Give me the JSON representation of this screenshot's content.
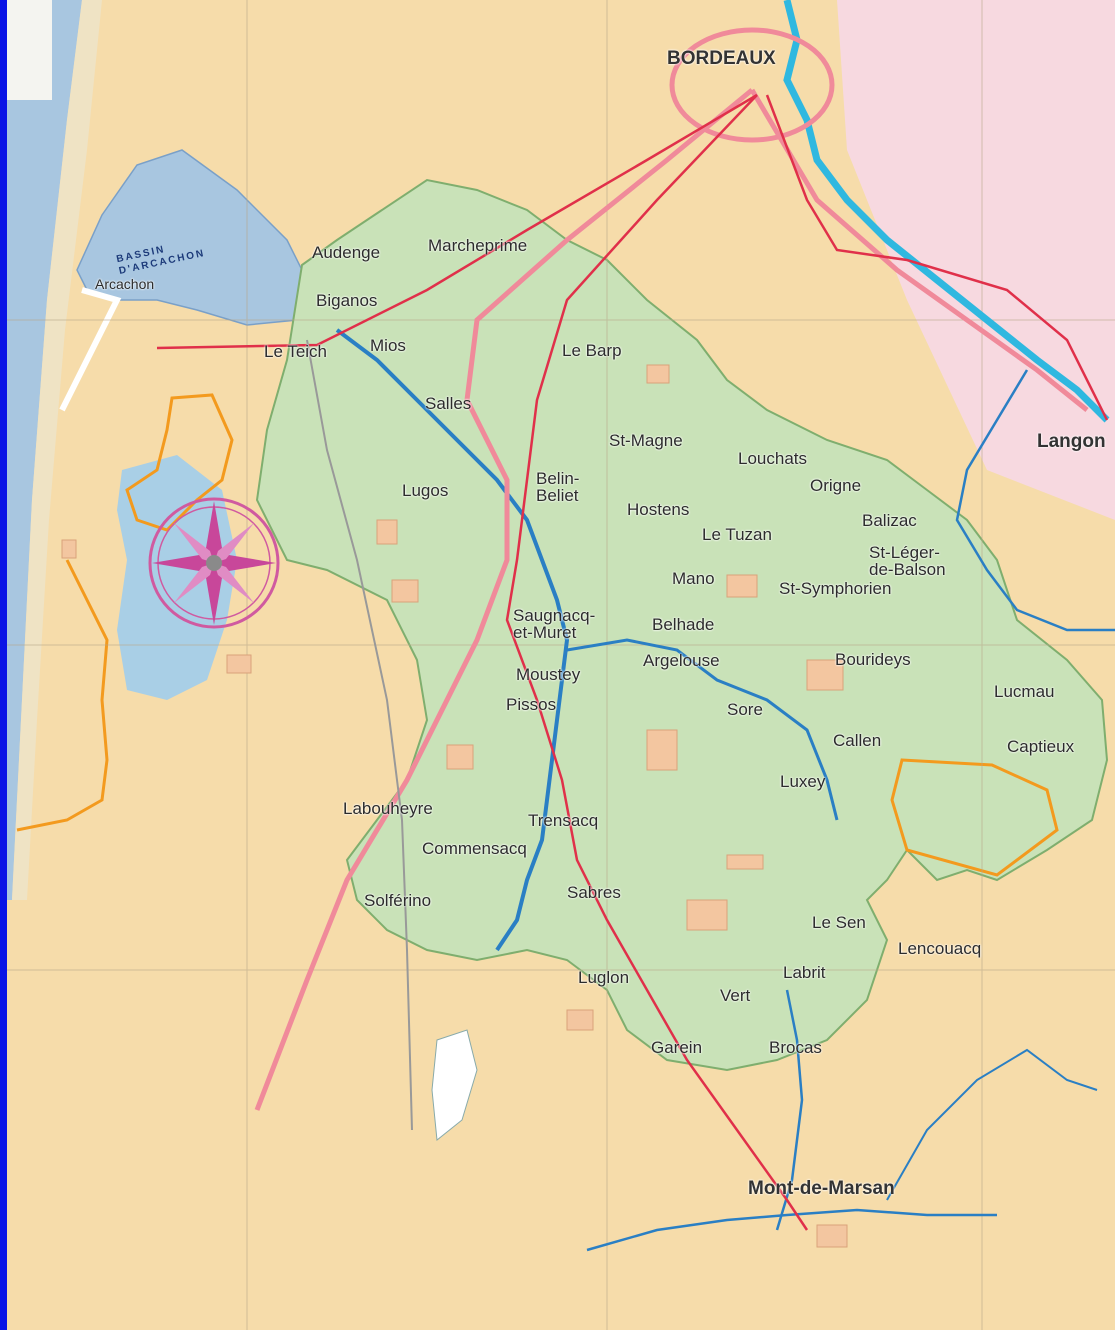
{
  "colors": {
    "land_outside": "#f6dcaa",
    "park_area": "#c9e2b8",
    "park_border": "#7fae6e",
    "sea": "#a8c6e0",
    "lake": "#a9cfe6",
    "river": "#2a7fc4",
    "garonne": "#2fb8e0",
    "rail": "#e0304a",
    "road": "#f08a9a",
    "boundary": "#f39a1e",
    "frame": "#0a14e6",
    "east_region": "#f7d9e0"
  },
  "map": {
    "places": [
      {
        "id": "bordeaux",
        "label": "BORDEAUX"
      },
      {
        "id": "audenge",
        "label": "Audenge"
      },
      {
        "id": "marcheprime",
        "label": "Marcheprime"
      },
      {
        "id": "arcachon",
        "label": "Arcachon"
      },
      {
        "id": "biganos",
        "label": "Biganos"
      },
      {
        "id": "le-teich",
        "label": "Le Teich"
      },
      {
        "id": "mios",
        "label": "Mios"
      },
      {
        "id": "le-barp",
        "label": "Le Barp"
      },
      {
        "id": "salles",
        "label": "Salles"
      },
      {
        "id": "langon",
        "label": "Langon"
      },
      {
        "id": "st-magne",
        "label": "St-Magne"
      },
      {
        "id": "louchats",
        "label": "Louchats"
      },
      {
        "id": "origne",
        "label": "Origne"
      },
      {
        "id": "lugos",
        "label": "Lugos"
      },
      {
        "id": "belin-beliet",
        "label": "Belin-\nBeliet"
      },
      {
        "id": "hostens",
        "label": "Hostens"
      },
      {
        "id": "balizac",
        "label": "Balizac"
      },
      {
        "id": "le-tuzan",
        "label": "Le Tuzan"
      },
      {
        "id": "st-leger-de-balson",
        "label": "St-Léger-\nde-Balson"
      },
      {
        "id": "mano",
        "label": "Mano"
      },
      {
        "id": "st-symphorien",
        "label": "St-Symphorien"
      },
      {
        "id": "saugnacq-et-muret",
        "label": "Saugnacq-\net-Muret"
      },
      {
        "id": "belhade",
        "label": "Belhade"
      },
      {
        "id": "argelouse",
        "label": "Argelouse"
      },
      {
        "id": "bourideys",
        "label": "Bourideys"
      },
      {
        "id": "moustey",
        "label": "Moustey"
      },
      {
        "id": "lucmau",
        "label": "Lucmau"
      },
      {
        "id": "pissos",
        "label": "Pissos"
      },
      {
        "id": "sore",
        "label": "Sore"
      },
      {
        "id": "callen",
        "label": "Callen"
      },
      {
        "id": "captieux",
        "label": "Captieux"
      },
      {
        "id": "luxey",
        "label": "Luxey"
      },
      {
        "id": "labouheyre",
        "label": "Labouheyre"
      },
      {
        "id": "trensacq",
        "label": "Trensacq"
      },
      {
        "id": "commensacq",
        "label": "Commensacq"
      },
      {
        "id": "sabres",
        "label": "Sabres"
      },
      {
        "id": "solferino",
        "label": "Solférino"
      },
      {
        "id": "le-sen",
        "label": "Le Sen"
      },
      {
        "id": "lencouacq",
        "label": "Lencouacq"
      },
      {
        "id": "labrit",
        "label": "Labrit"
      },
      {
        "id": "luglon",
        "label": "Luglon"
      },
      {
        "id": "vert",
        "label": "Vert"
      },
      {
        "id": "garein",
        "label": "Garein"
      },
      {
        "id": "brocas",
        "label": "Brocas"
      },
      {
        "id": "mont-de-marsan",
        "label": "Mont-de-Marsan"
      }
    ],
    "basin_label": "BASSIN\nD'ARCACHON",
    "compass_icon": "compass-rose-icon"
  }
}
